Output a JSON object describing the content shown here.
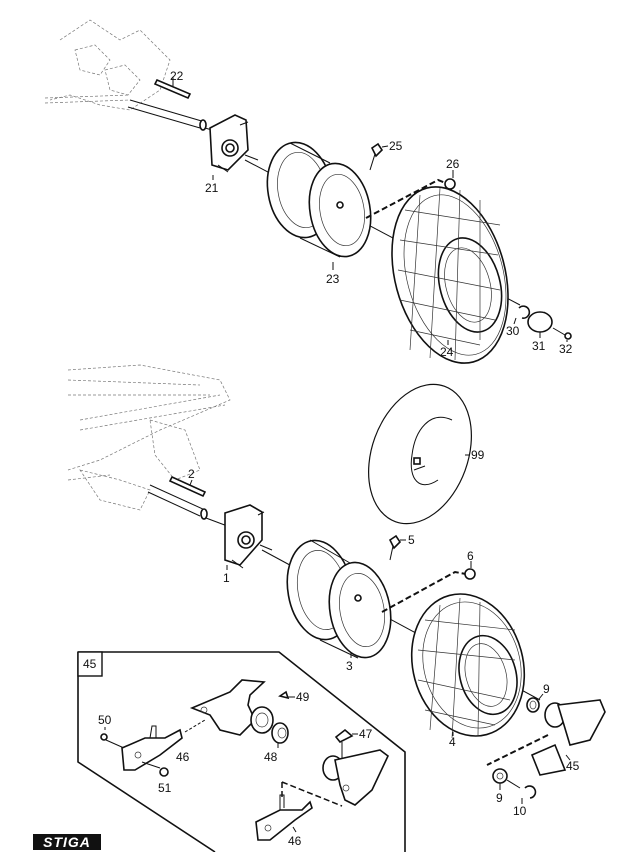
{
  "diagram": {
    "brand": "STIGA",
    "type": "exploded parts diagram",
    "labels": {
      "l22": "22",
      "l21": "21",
      "l25": "25",
      "l26": "26",
      "l23": "23",
      "l24": "24",
      "l30": "30",
      "l31": "31",
      "l32": "32",
      "l99": "99",
      "l2": "2",
      "l1": "1",
      "l5": "5",
      "l6": "6",
      "l3": "3",
      "l4": "4",
      "l9a": "9",
      "l9b": "9",
      "l10": "10",
      "l45": "45",
      "inset_id": "45",
      "l49": "49",
      "l50": "50",
      "l46a": "46",
      "l48": "48",
      "l47": "47",
      "l51": "51",
      "l46b": "46"
    }
  }
}
